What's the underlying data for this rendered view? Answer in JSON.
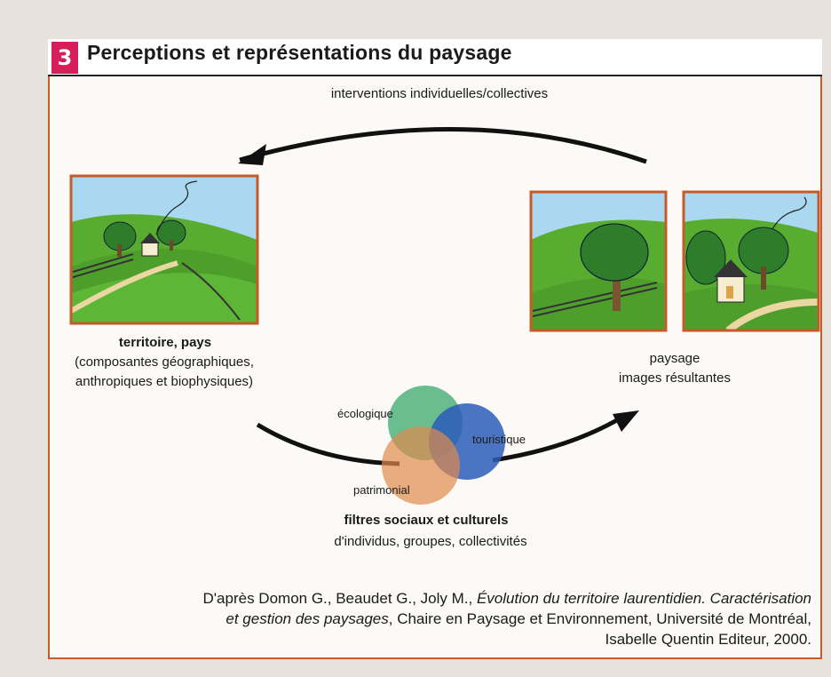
{
  "title": {
    "number": "3",
    "text": "Perceptions et représentations du paysage"
  },
  "top_arrow_label": "interventions individuelles/collectives",
  "left": {
    "line1": "territoire, pays",
    "line2": "(composantes géographiques,",
    "line3": "anthropiques et biophysiques)"
  },
  "right": {
    "line1": "paysage",
    "line2": "images résultantes"
  },
  "venn": {
    "circle1": "écologique",
    "circle2": "touristique",
    "circle3": "patrimonial",
    "colors": {
      "ecologique": "#3aa86b",
      "touristique": "#2b5cb8",
      "patrimonial": "#e08a4d"
    }
  },
  "filters": {
    "line1": "filtres sociaux et culturels",
    "line2": "d'individus, groupes, collectivités"
  },
  "citation": {
    "part1": "D'après Domon G., Beaudet G., Joly M., ",
    "italic1": "Évolution du territoire laurentidien. Caractérisation",
    "italic2": "et gestion des paysages",
    "part2": ", Chaire en Paysage et Environnement, Université de Montréal,",
    "line3": "Isabelle Quentin Editeur, 2000."
  },
  "colors": {
    "frame": "#c65a2a",
    "badge": "#d61e5b",
    "grass": "#5aae32",
    "sky": "#a9d8f0"
  }
}
